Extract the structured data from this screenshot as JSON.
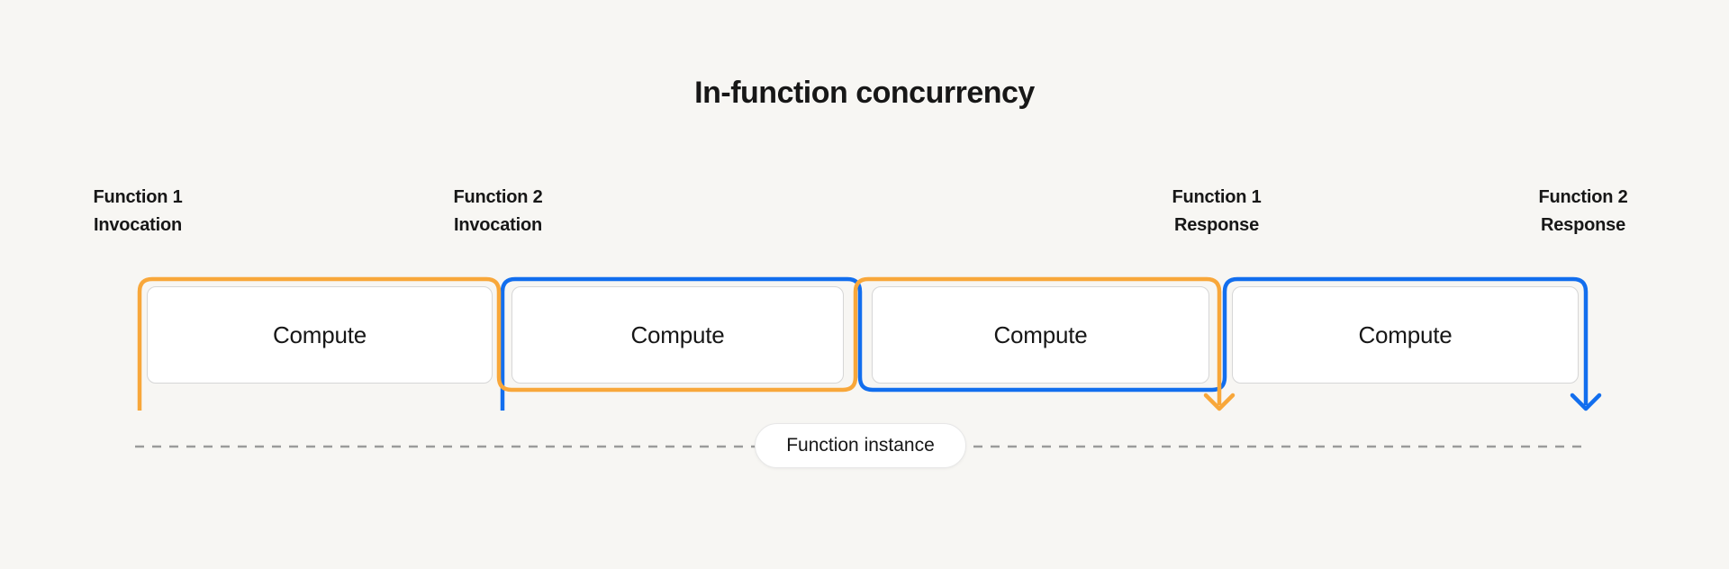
{
  "title": "In-function concurrency",
  "event_labels": [
    {
      "line1": "Function 1",
      "line2": "Invocation"
    },
    {
      "line1": "Function 2",
      "line2": "Invocation"
    },
    {
      "line1": "Function 1",
      "line2": "Response"
    },
    {
      "line1": "Function 2",
      "line2": "Response"
    }
  ],
  "compute_boxes": [
    {
      "label": "Compute"
    },
    {
      "label": "Compute"
    },
    {
      "label": "Compute"
    },
    {
      "label": "Compute"
    }
  ],
  "timeline": {
    "instance_label": "Function instance"
  },
  "colors": {
    "function1-color": "#F8A73A",
    "function2-color": "#126EEE",
    "background": "#F7F6F3",
    "text": "#171717",
    "box-border": "#D6D6D6",
    "dash": "#9B9B9B"
  }
}
